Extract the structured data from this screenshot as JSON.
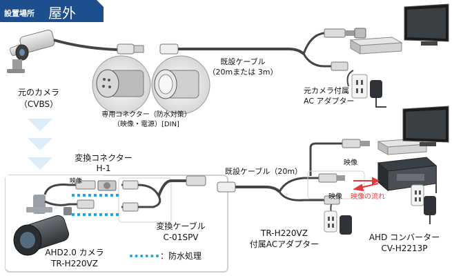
{
  "header": {
    "sub": "設置場所",
    "main": "屋外"
  },
  "labels": {
    "old_camera": [
      "元のカメラ",
      "（CVBS）"
    ],
    "dedicated_connector": [
      "専用コネクター（防水対策）",
      "（映像・電源）[DIN]"
    ],
    "existing_cable_top": [
      "既設ケーブル",
      "（20mまたは 3m）"
    ],
    "old_camera_adapter": [
      "元カメラ付属",
      "AC アダプター"
    ],
    "conv_connector": [
      "変換コネクター",
      "H-1"
    ],
    "video_left": "映像",
    "conv_cable": [
      "変換ケーブル",
      "C-01SPV"
    ],
    "ahd_camera": [
      "AHD2.0 カメラ",
      "TR-H220VZ"
    ],
    "legend": "：防水処理",
    "existing_cable_bottom": "既設ケーブル（20m）",
    "video_top_right": "映像",
    "video_bottom_right": "映像",
    "video_flow": "映像の流れ",
    "tr_adapter": [
      "TR-H220VZ",
      "付属ACアダプター"
    ],
    "ahd_converter": [
      "AHD コンバーター",
      "CV-H2213P"
    ]
  },
  "colors": {
    "header": "#1d4f8f",
    "accent_red": "#e23a3a",
    "waterproof": "#1aa6e0"
  }
}
